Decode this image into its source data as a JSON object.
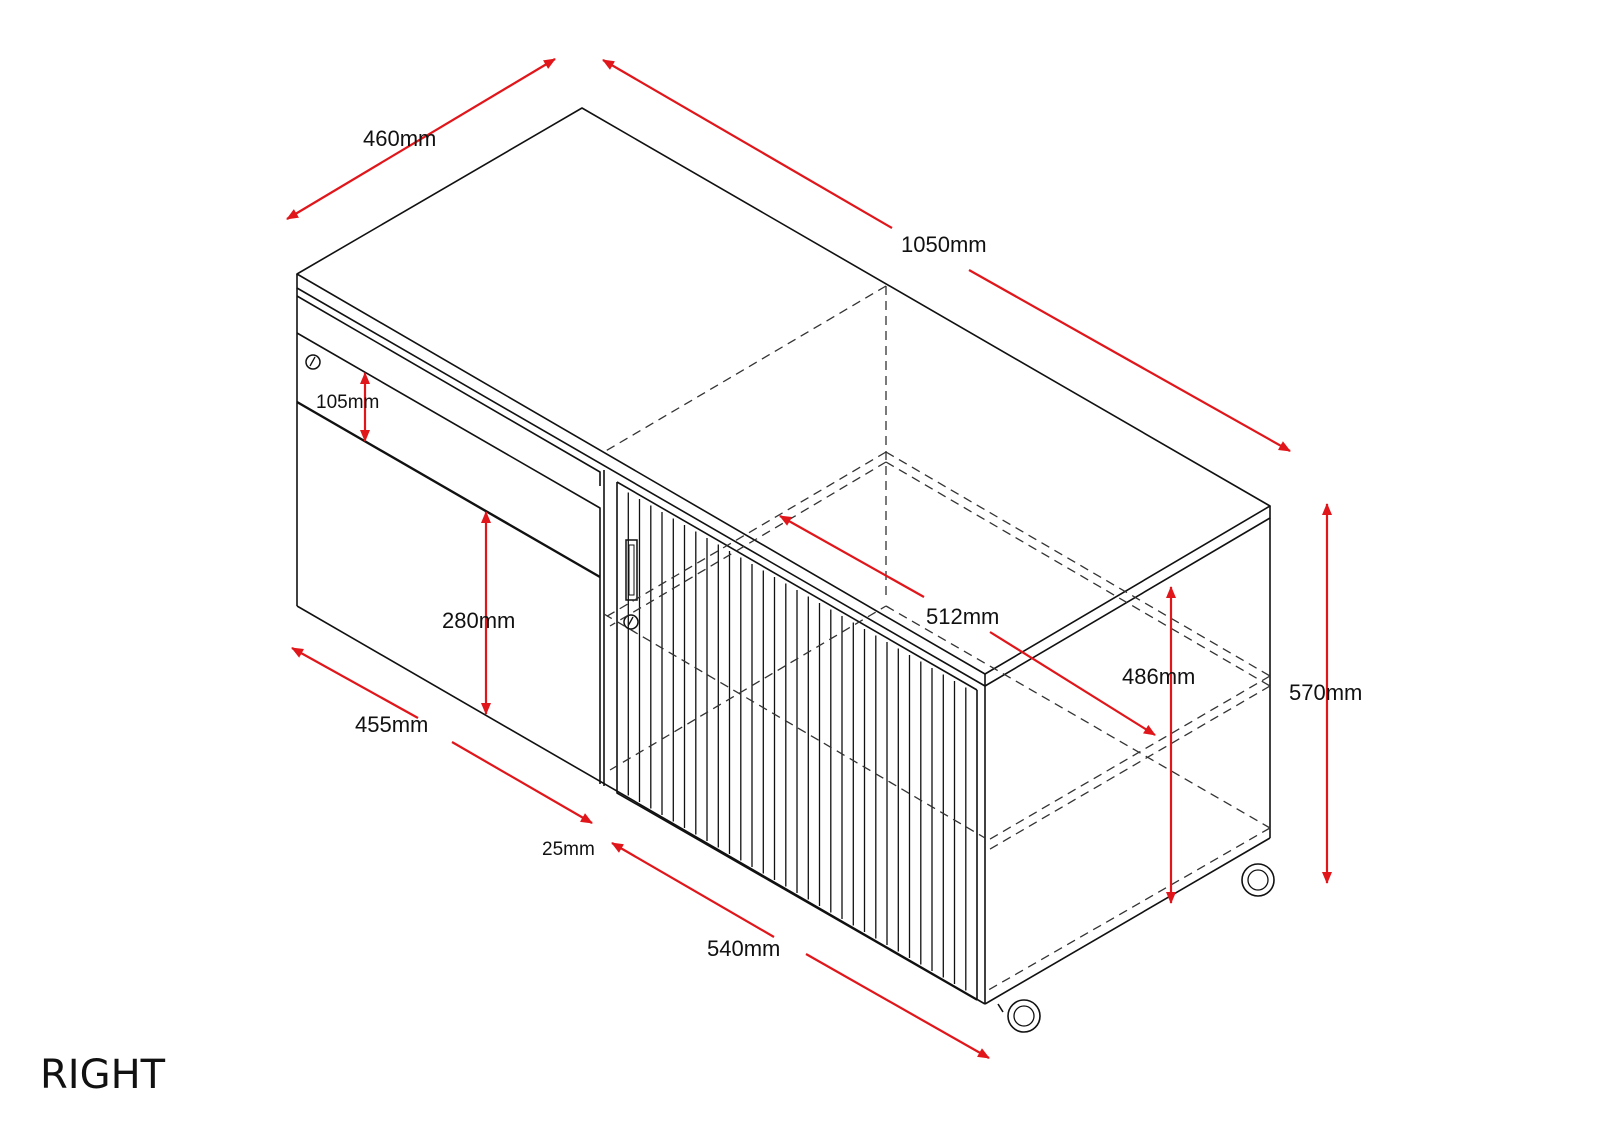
{
  "view_label": "RIGHT",
  "colors": {
    "dimension": "#e0161b",
    "line": "#111111"
  },
  "dimensions": {
    "top_depth": "460mm",
    "overall_length": "1050mm",
    "drawer_top_height": "105mm",
    "drawer_bottom_height": "280mm",
    "pedestal_depth": "455mm",
    "gap": "25mm",
    "tambour_length": "540mm",
    "internal_depth": "512mm",
    "internal_height": "486mm",
    "overall_height": "570mm"
  }
}
